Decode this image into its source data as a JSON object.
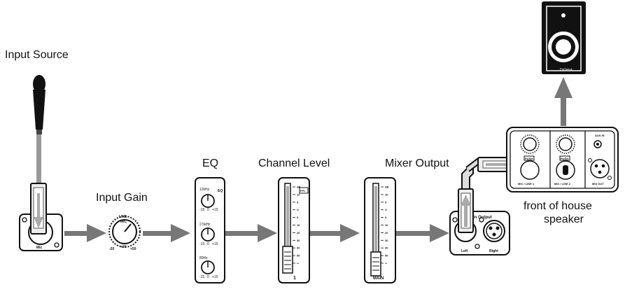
{
  "labels": {
    "input_source": "Input Source",
    "input_gain": "Input Gain",
    "eq": "EQ",
    "channel_level": "Channel Level",
    "mixer_output": "Mixer Output",
    "front_of_house_1": "front of house",
    "front_of_house_2": "speaker"
  },
  "small_text": {
    "mic_jack": "Mic",
    "gain_line": "LINE",
    "gain_mic": "MIC",
    "gain_min": "-20",
    "gain_mid": "+20",
    "gain_max": "+50",
    "eq_title": "EQ",
    "eq_high": "12kHz",
    "eq_mid": "2.5kHz",
    "eq_low": "80Hz",
    "eq_range_min": "-15",
    "eq_range_zero": "0",
    "eq_range_max": "+15",
    "pfl": "PFL",
    "fader_scale": [
      "dB",
      "10",
      "5",
      "U",
      "5",
      "10",
      "20",
      "30",
      "40",
      "50",
      "∞"
    ],
    "channel_number": "1",
    "main_label": "MAIN",
    "output_title": "in Output",
    "output_left": "Left",
    "output_right": "Right",
    "push_1": "PUSH",
    "push_2": "PUSH",
    "mic_line_1": "MIC / LINE 1",
    "mic_line_2": "MIC / LINE 2",
    "aux_in": "AUX IN",
    "mix_out": "MIX OUT",
    "brand": "PreSonus"
  },
  "colors": {
    "flow_arrow": "#777777",
    "signal_arrow_fill": "#aaaaaa",
    "outline": "#111111",
    "speaker_body": "#111111",
    "device_fill": "#ffffff"
  }
}
